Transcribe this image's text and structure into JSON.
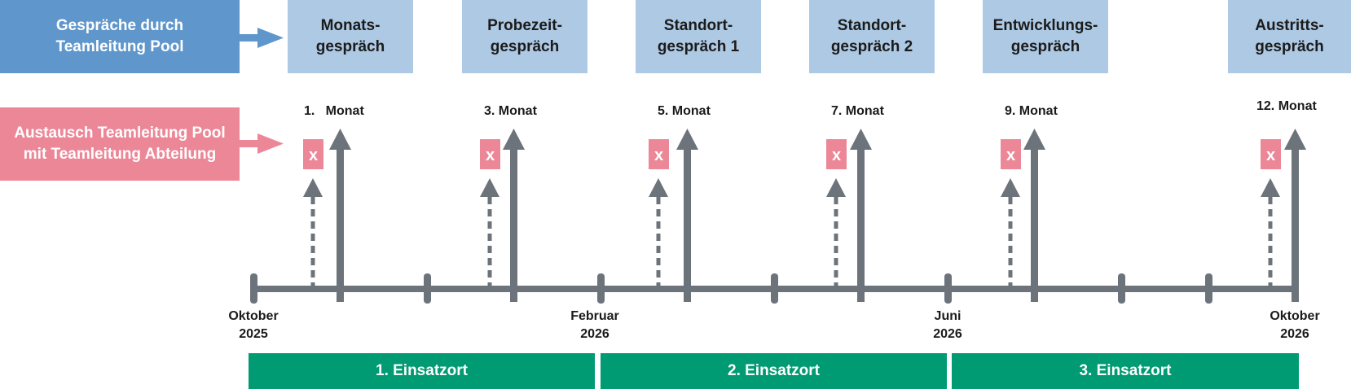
{
  "legend": {
    "pool_talks": {
      "label": "Gespräche durch\nTeamleitung Pool",
      "color": "#5f96cb"
    },
    "exchange": {
      "label": "Austausch Teamleitung Pool\nmit Teamleitung Abteilung",
      "color": "#ec8798"
    }
  },
  "talks": [
    {
      "label": "Monats-\ngespräch",
      "month": "1.   Monat"
    },
    {
      "label": "Probezeit-\ngespräch",
      "month": "3. Monat"
    },
    {
      "label": "Standort-\ngespräch 1",
      "month": "5. Monat"
    },
    {
      "label": "Standort-\ngespräch 2",
      "month": "7. Monat"
    },
    {
      "label": "Entwicklungs-\ngespräch",
      "month": "9. Monat"
    },
    {
      "label": "Austritts-\ngespräch",
      "month": "12. Monat"
    }
  ],
  "exchange_marker": "x",
  "dates": [
    {
      "label": "Oktober\n2025"
    },
    {
      "label": "Februar\n2026"
    },
    {
      "label": "Juni\n2026"
    },
    {
      "label": "Oktober\n2026"
    }
  ],
  "locations": [
    {
      "label": "1. Einsatzort"
    },
    {
      "label": "2. Einsatzort"
    },
    {
      "label": "3. Einsatzort"
    }
  ],
  "colors": {
    "timeline": "#6d737b",
    "talk_box": "#adc9e4",
    "marker_box": "#ec8798",
    "location_bar": "#009a73"
  }
}
